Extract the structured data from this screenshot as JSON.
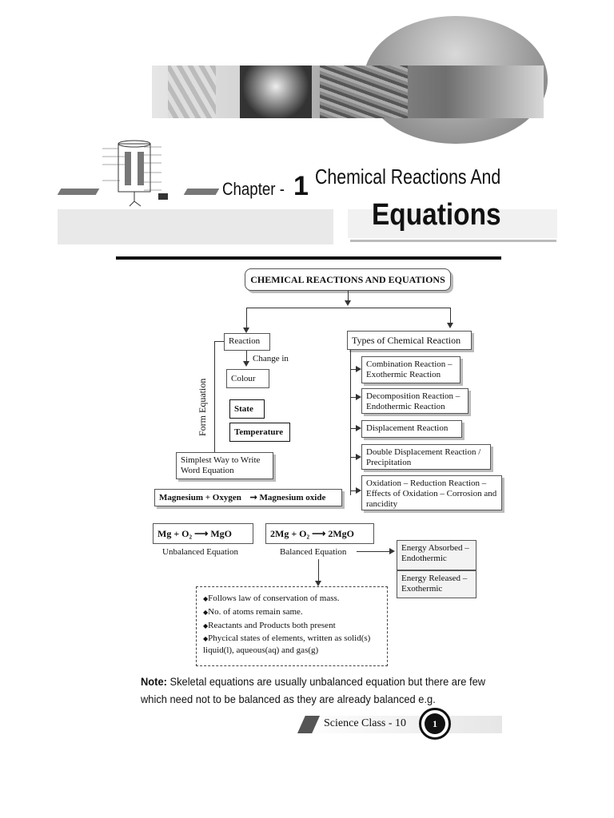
{
  "header": {
    "chapter_label": "Chapter -",
    "chapter_number": "1",
    "title_line1": "Chemical Reactions And",
    "title_line2": "Equations"
  },
  "map": {
    "root": "CHEMICAL REACTIONS AND EQUATIONS",
    "reaction": "Reaction",
    "change_in": "Change in",
    "form_equation": "Form Equation",
    "colour": "Colour",
    "state": "State",
    "temperature": "Temperature",
    "simplest_way": "Simplest Way to Write Word Equation",
    "word_equation": "Magnesium + Oxygen",
    "word_product": "Magnesium oxide",
    "unbalanced_eq": "Mg + O₂",
    "unbalanced_prod": "MgO",
    "unbalanced_label": "Unbalanced Equation",
    "balanced_eq": "2Mg + O₂",
    "balanced_prod": "2MgO",
    "balanced_label": "Balanced Equation",
    "types_title": "Types of Chemical Reaction",
    "types": [
      "Combination Reaction – Exothermic Reaction",
      "Decomposition Reaction – Endothermic Reaction",
      "Displacement Reaction",
      "Double Displacement Reaction / Precipitation",
      "Oxidation – Reduction Reaction – Effects of Oxidation – Corrosion and rancidity"
    ],
    "energy": [
      "Energy Absorbed – Endothermic",
      "Energy Released – Exothermic"
    ],
    "points": [
      "Follows law of conservation of mass.",
      "No. of atoms remain same.",
      "Reactants and Products both present",
      "Phycical states of elements, written as solid(s) liquid(l), aqueous(aq) and gas(g)"
    ]
  },
  "note": {
    "label": "Note:",
    "text": "Skeletal equations are usually unbalanced equation but there are few which need not to be balanced as they are already balanced e.g."
  },
  "footer": {
    "book": "Science Class - 10",
    "page": "1"
  }
}
